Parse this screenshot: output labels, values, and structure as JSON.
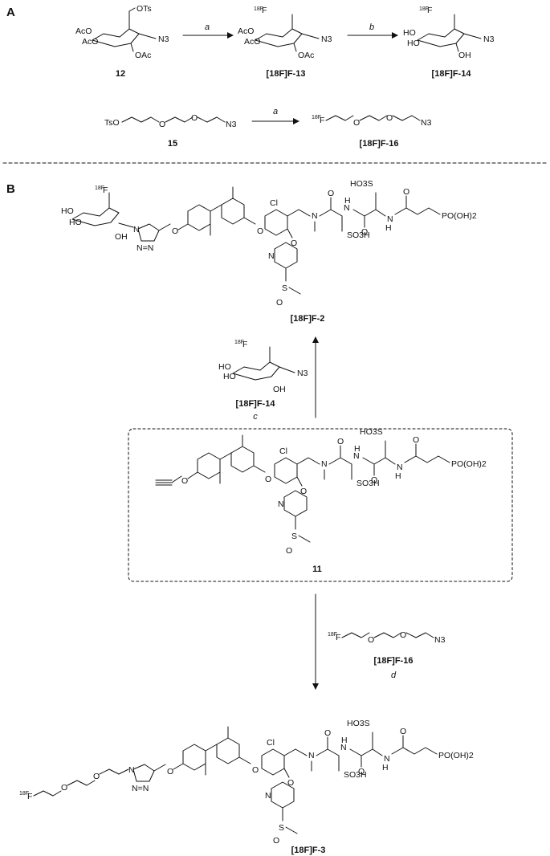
{
  "panels": {
    "a": "A",
    "b": "B"
  },
  "compounds": {
    "c12": "12",
    "c13": "[18F]F-13",
    "c14": "[18F]F-14",
    "c14b": "[18F]F-14",
    "c15": "15",
    "c16": "[18F]F-16",
    "c16b": "[18F]F-16",
    "c11": "11",
    "c2": "[18F]F-2",
    "c3": "[18F]F-3"
  },
  "conditions": {
    "a1": "a",
    "b1": "b",
    "a2": "a",
    "c": "c",
    "d": "d"
  },
  "labels": {
    "OTs": "OTs",
    "OAc": "OAc",
    "AcO": "AcO",
    "N3": "N3",
    "HO": "HO",
    "OH": "OH",
    "18F": "18F",
    "F": "F",
    "TsO": "TsO",
    "O": "O",
    "Cl": "Cl",
    "N": "N",
    "H": "H",
    "S": "S",
    "SO3H": "SO3H",
    "HO3S": "HO3S",
    "PO(OH)2": "PO(OH)2",
    "NN": "N=N"
  }
}
